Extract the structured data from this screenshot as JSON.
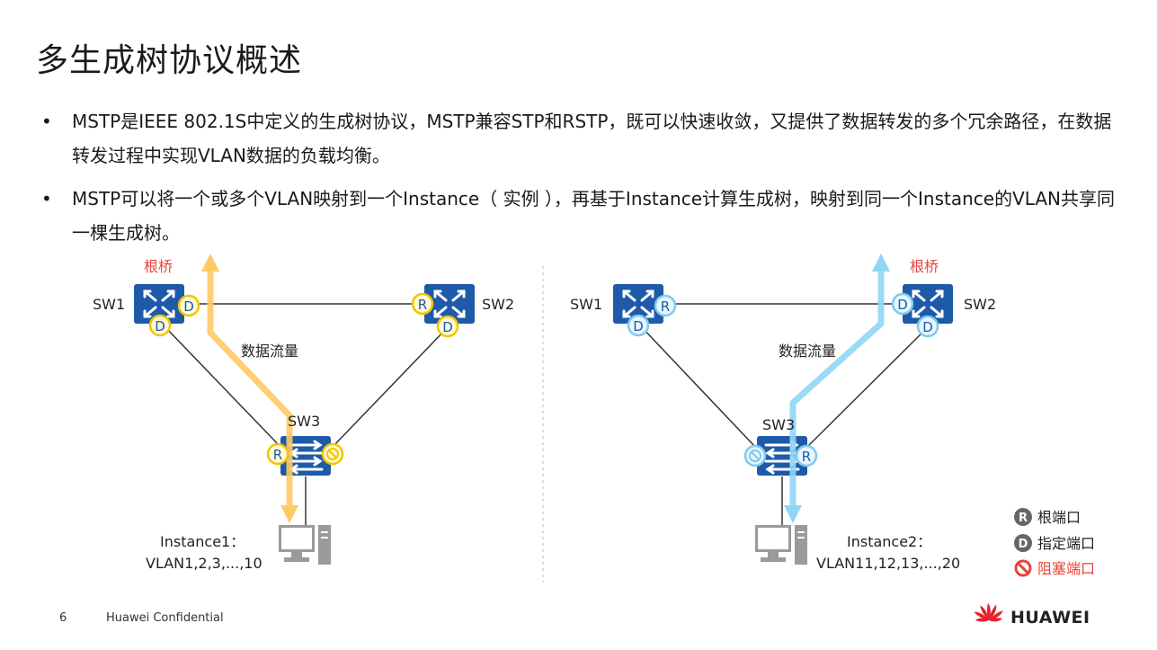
{
  "title": "多生成树协议概述",
  "bullets": [
    "MSTP是IEEE  802.1S中定义的生成树协议，MSTP兼容STP和RSTP，既可以快速收敛，又提供了数据转发的多个冗余路径，在数据转发过程中实现VLAN数据的负载均衡。",
    "MSTP可以将一个或多个VLAN映射到一个Instance（ 实例 ），再基于Instance计算生成树，映射到同一个Instance的VLAN共享同一棵生成树。"
  ],
  "bullet_glyph": "•",
  "left": {
    "root_label": "根桥",
    "sw1": "SW1",
    "sw2": "SW2",
    "sw3": "SW3",
    "flow_label": "数据流量",
    "instance_line1": "Instance1：",
    "instance_line2": "VLAN1,2,3,...,10",
    "port_sw1_right": "D",
    "port_sw1_bottom": "D",
    "port_sw2_left": "R",
    "port_sw2_bottom": "D",
    "port_sw3_left": "R",
    "accent": "#ffc966",
    "port_ring": "#f2c500"
  },
  "right": {
    "root_label": "根桥",
    "sw1": "SW1",
    "sw2": "SW2",
    "sw3": "SW3",
    "flow_label": "数据流量",
    "instance_line1": "Instance2：",
    "instance_line2": "VLAN11,12,13,...,20",
    "port_sw1_right": "R",
    "port_sw1_bottom": "D",
    "port_sw2_left": "D",
    "port_sw2_bottom": "D",
    "port_sw3_right": "R",
    "accent": "#8fd6f5",
    "port_ring": "#7ecbee"
  },
  "legend": [
    {
      "badge": "R",
      "label": "根端口",
      "color": "#222222"
    },
    {
      "badge": "D",
      "label": "指定端口",
      "color": "#222222"
    },
    {
      "badge": "blocked-icon",
      "label": "阻塞端口",
      "color": "#e8443a"
    }
  ],
  "colors": {
    "switch_blue": "#1e5aa8",
    "root_red": "#e8443a"
  },
  "footer": {
    "page": "6",
    "confidential": "Huawei Confidential",
    "brand": "HUAWEI"
  }
}
